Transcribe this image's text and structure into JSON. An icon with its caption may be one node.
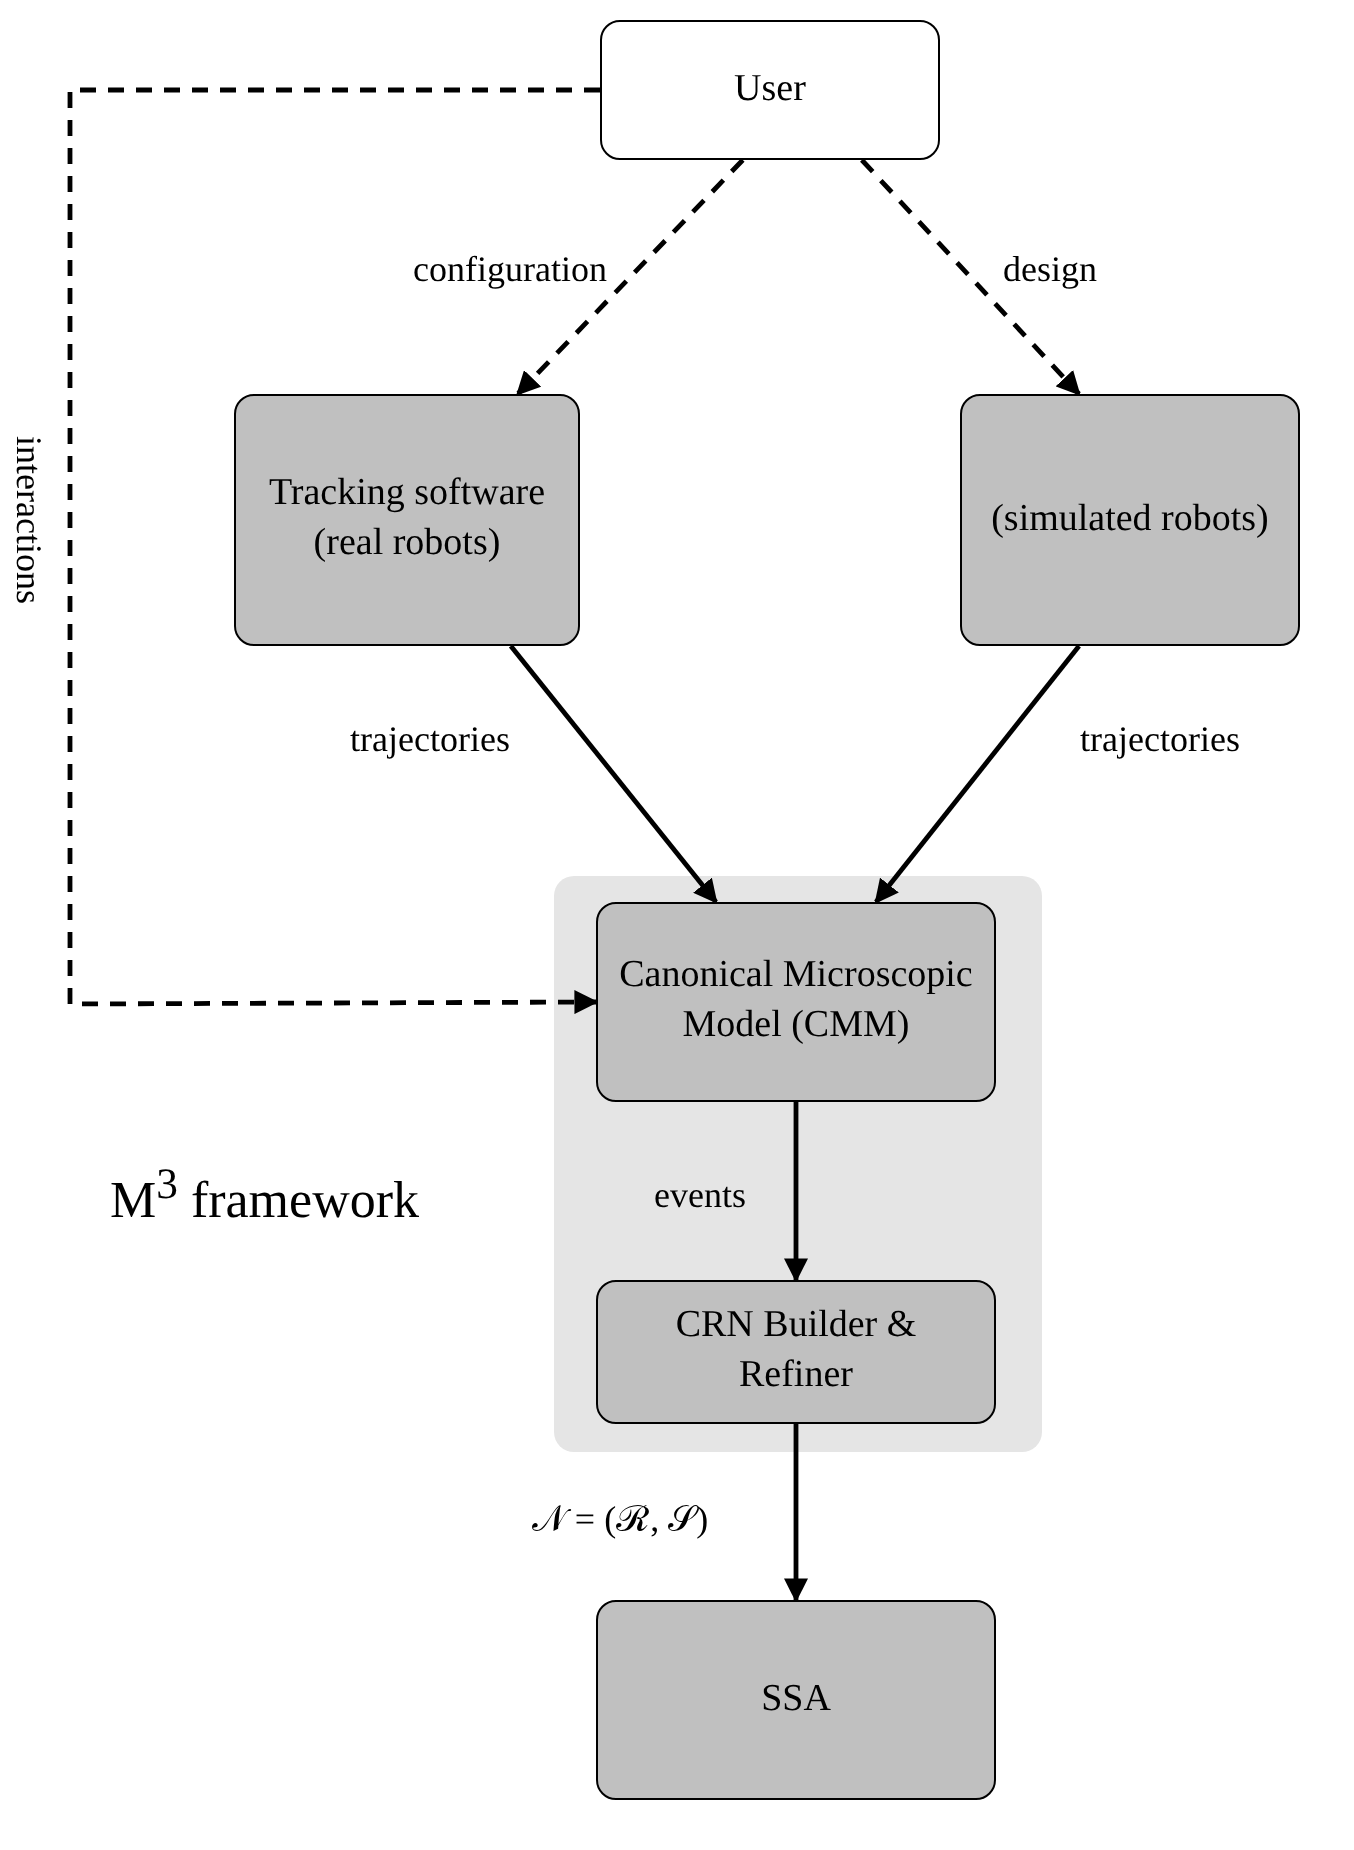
{
  "diagram": {
    "nodes": [
      {
        "text": [
          "User"
        ]
      },
      {
        "text": [
          "Tracking software (real robots)"
        ]
      },
      {
        "text": [
          "(simulated robots)"
        ]
      },
      {
        "text": [
          "M$^{3}$ framework"
        ]
      },
      {
        "text": [
          "Canonical Microscopic Model (CMM)"
        ],
        "in": 3
      },
      {
        "text": [
          "CRN Builder & Refiner"
        ],
        "in": 3
      },
      {
        "text": [
          "SSA"
        ]
      }
    ],
    "edges": [
      {
        "from": 0,
        "to": 1,
        "arrow": "to",
        "label": "configuration",
        "style": "dashed"
      },
      {
        "from": 0,
        "to": 2,
        "arrow": "to",
        "label": "design",
        "style": "dashed"
      },
      {
        "from": 1,
        "to": 4,
        "arrow": "to",
        "label": "trajectories"
      },
      {
        "from": 2,
        "to": 4,
        "arrow": "to",
        "label": "trajectories"
      },
      {
        "from": 0,
        "to": 4,
        "arrow": "to",
        "label": "interactions",
        "style": "dashed"
      },
      {
        "from": 4,
        "to": 5,
        "arrow": "to",
        "label": "events"
      },
      {
        "from": 5,
        "to": 6,
        "arrow": "to",
        "label": "𝒩 = (ℛ, 𝒮)"
      }
    ]
  }
}
